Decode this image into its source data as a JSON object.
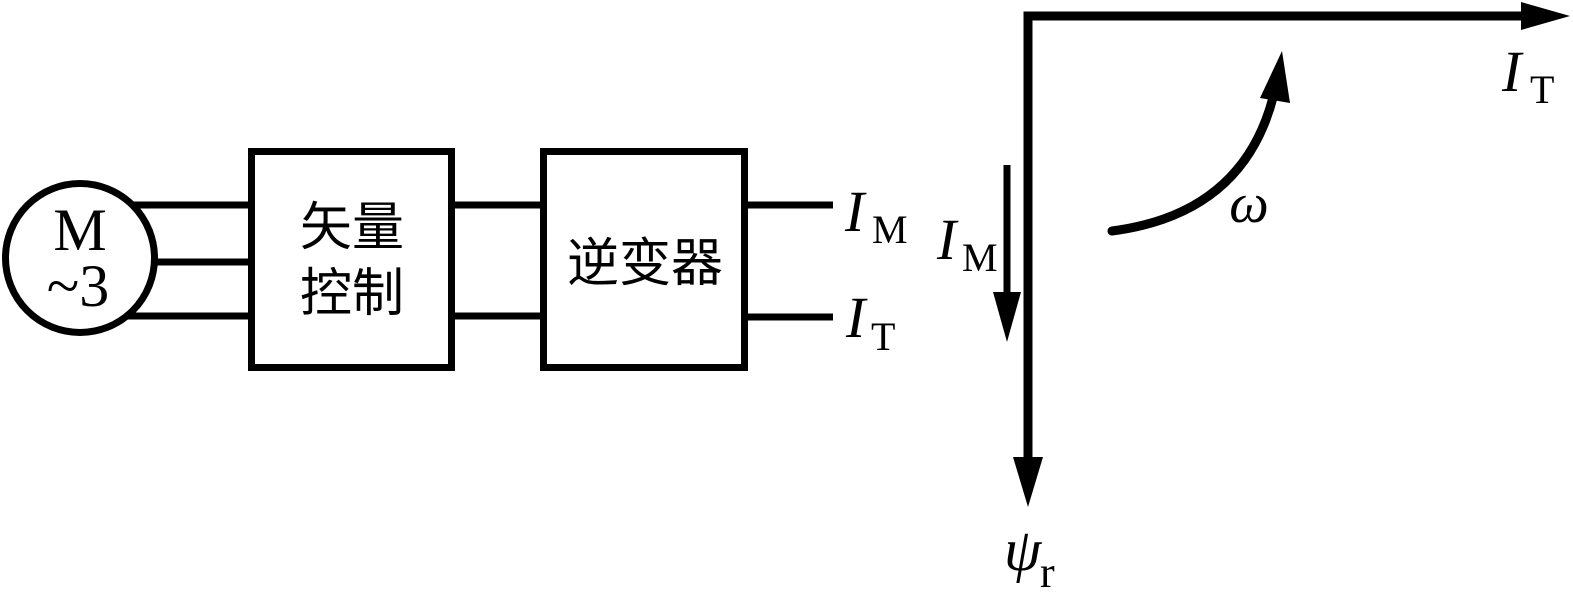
{
  "colors": {
    "ink": "#000000",
    "background": "#ffffff"
  },
  "block_diagram": {
    "motor": {
      "line1": "M",
      "line2": "~3"
    },
    "vector_control_block": {
      "line1": "矢量",
      "line2": "控制"
    },
    "inverter_block": {
      "label": "逆变器"
    },
    "output_im": {
      "base": "I",
      "sub": "M"
    },
    "output_it": {
      "base": "I",
      "sub": "T"
    }
  },
  "vector_diagram": {
    "x_axis_label": {
      "base": "I",
      "sub": "T"
    },
    "flux_axis_label": {
      "base": "ψ",
      "sub": "r"
    },
    "im_vector_label": {
      "base": "I",
      "sub": "M"
    },
    "omega_label": "ω"
  }
}
